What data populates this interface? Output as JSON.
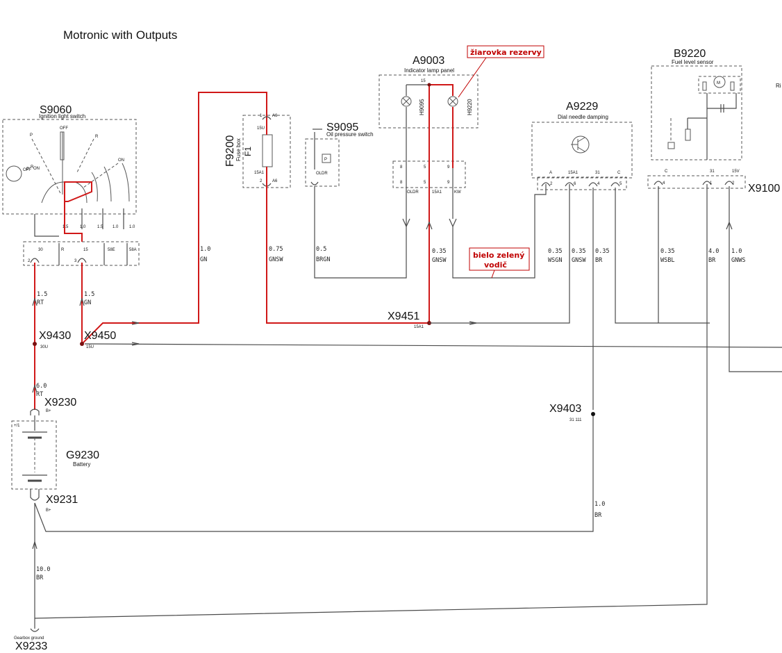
{
  "title": "Motronic with Outputs",
  "components": {
    "S9060": {
      "code": "S9060",
      "desc": "Ignition light switch",
      "positions": [
        "P",
        "OFF",
        "R",
        "ON",
        "P",
        "OFF",
        "R",
        "ON"
      ],
      "pins_top": [
        "1.5",
        "1.0",
        "1.5",
        "1.0",
        "1.0"
      ],
      "pins_row": [
        "30",
        "R",
        "15",
        "58E",
        "58A"
      ],
      "pin_nums": [
        "2",
        "3"
      ]
    },
    "F9200": {
      "code": "F9200",
      "desc": "Fuse box",
      "fuse": "F1",
      "top_pin": "15U",
      "bottom_pin": "15A1",
      "n1": "1",
      "n2": "2",
      "a6a": "A6",
      "a6b": "A6"
    },
    "S9095": {
      "code": "S9095",
      "desc": "Oil pressure switch",
      "p": "P",
      "pin": "OLDR"
    },
    "A9003": {
      "code": "A9003",
      "desc": "Indicator lamp panel",
      "pin15": "15",
      "lamp1": "H9095",
      "lamp2": "H9220",
      "pins": [
        "8",
        "5",
        "9"
      ],
      "pins2": [
        "8",
        "5",
        "9"
      ],
      "labels": [
        "OLDR",
        "15A1",
        "KW"
      ]
    },
    "A9229": {
      "code": "A9229",
      "desc": "Dial needle damping",
      "pins": [
        "A",
        "15A1",
        "31",
        "C"
      ],
      "nums": [
        "2",
        "6",
        "4",
        "5"
      ]
    },
    "B9220": {
      "code": "B9220",
      "desc": "Fuel level sensor",
      "m": "M",
      "pins": [
        "C",
        "31",
        "15V"
      ],
      "nums": [
        "4",
        "1",
        "2"
      ],
      "ri": "Ri"
    }
  },
  "connectors": {
    "X9430": "X9430",
    "X9430_sub": "30U",
    "X9450": "X9450",
    "X9450_sub": "15U",
    "X9451": "X9451",
    "X9451_sub": "15A1",
    "X9230": "X9230",
    "X9230_sub": "B+",
    "X9231": "X9231",
    "X9231_sub": "B+",
    "X9403": "X9403",
    "X9403_sub": "31 111",
    "X9233": "X9233",
    "X9233_desc": "Gearbox ground",
    "X9100": "X9100",
    "G9230": "G9230",
    "G9230_desc": "Battery",
    "plus": "+/1"
  },
  "wires": [
    {
      "size": "1.5",
      "color": "RT"
    },
    {
      "size": "1.5",
      "color": "GN"
    },
    {
      "size": "6.0",
      "color": "RT"
    },
    {
      "size": "10.0",
      "color": "BR"
    },
    {
      "size": "1.0",
      "color": "GN"
    },
    {
      "size": "0.75",
      "color": "GNSW"
    },
    {
      "size": "0.5",
      "color": "BRGN"
    },
    {
      "size": "0.35",
      "color": "GNSW"
    },
    {
      "size": "0.35",
      "color": "WSGN"
    },
    {
      "size": "0.35",
      "color": "GNSW"
    },
    {
      "size": "0.35",
      "color": "BR"
    },
    {
      "size": "0.35",
      "color": "WSBL"
    },
    {
      "size": "4.0",
      "color": "BR"
    },
    {
      "size": "1.0",
      "color": "GNWS"
    },
    {
      "size": "1.0",
      "color": "BR"
    }
  ],
  "annotations": {
    "bulb": "žiarovka rezervy",
    "wire_line1": "bielo zelený",
    "wire_line2": "vodič"
  },
  "colors": {
    "highlight": "#d01818",
    "annotation": "#c00000",
    "wire": "#4a4a4a"
  }
}
